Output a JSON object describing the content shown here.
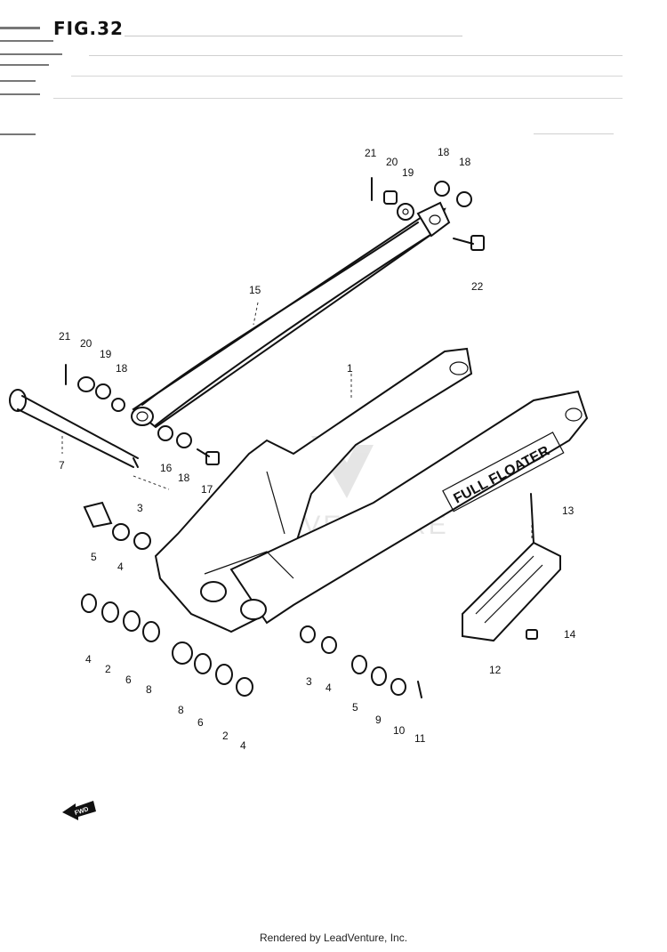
{
  "figure": {
    "title": "FIG.32",
    "fwd_label": "FWD",
    "decal_text": "FULL FLOATER",
    "watermark": "LEADVENTURE",
    "footer": "Rendered by LeadVenture, Inc."
  },
  "callouts": [
    {
      "id": "c1",
      "text": "1"
    },
    {
      "id": "c2a",
      "text": "21"
    },
    {
      "id": "c2b",
      "text": "20"
    },
    {
      "id": "c2c",
      "text": "19"
    },
    {
      "id": "c2d",
      "text": "18"
    },
    {
      "id": "c2e",
      "text": "18"
    },
    {
      "id": "c2f",
      "text": "22"
    },
    {
      "id": "c3",
      "text": "15"
    },
    {
      "id": "c4a",
      "text": "21"
    },
    {
      "id": "c4b",
      "text": "20"
    },
    {
      "id": "c4c",
      "text": "19"
    },
    {
      "id": "c4d",
      "text": "18"
    },
    {
      "id": "c5",
      "text": "7"
    },
    {
      "id": "c6a",
      "text": "16"
    },
    {
      "id": "c6b",
      "text": "18"
    },
    {
      "id": "c6c",
      "text": "17"
    },
    {
      "id": "c7a",
      "text": "3"
    },
    {
      "id": "c7b",
      "text": "5"
    },
    {
      "id": "c7c",
      "text": "4"
    },
    {
      "id": "c8a",
      "text": "13"
    },
    {
      "id": "c8b",
      "text": "14"
    },
    {
      "id": "c8c",
      "text": "12"
    },
    {
      "id": "c9a",
      "text": "4"
    },
    {
      "id": "c9b",
      "text": "2"
    },
    {
      "id": "c9c",
      "text": "6"
    },
    {
      "id": "c9d",
      "text": "8"
    },
    {
      "id": "c10a",
      "text": "8"
    },
    {
      "id": "c10b",
      "text": "6"
    },
    {
      "id": "c10c",
      "text": "2"
    },
    {
      "id": "c10d",
      "text": "4"
    },
    {
      "id": "c11a",
      "text": "3"
    },
    {
      "id": "c11b",
      "text": "4"
    },
    {
      "id": "c11c",
      "text": "5"
    },
    {
      "id": "c11d",
      "text": "9"
    },
    {
      "id": "c11e",
      "text": "10"
    },
    {
      "id": "c11f",
      "text": "11"
    }
  ]
}
